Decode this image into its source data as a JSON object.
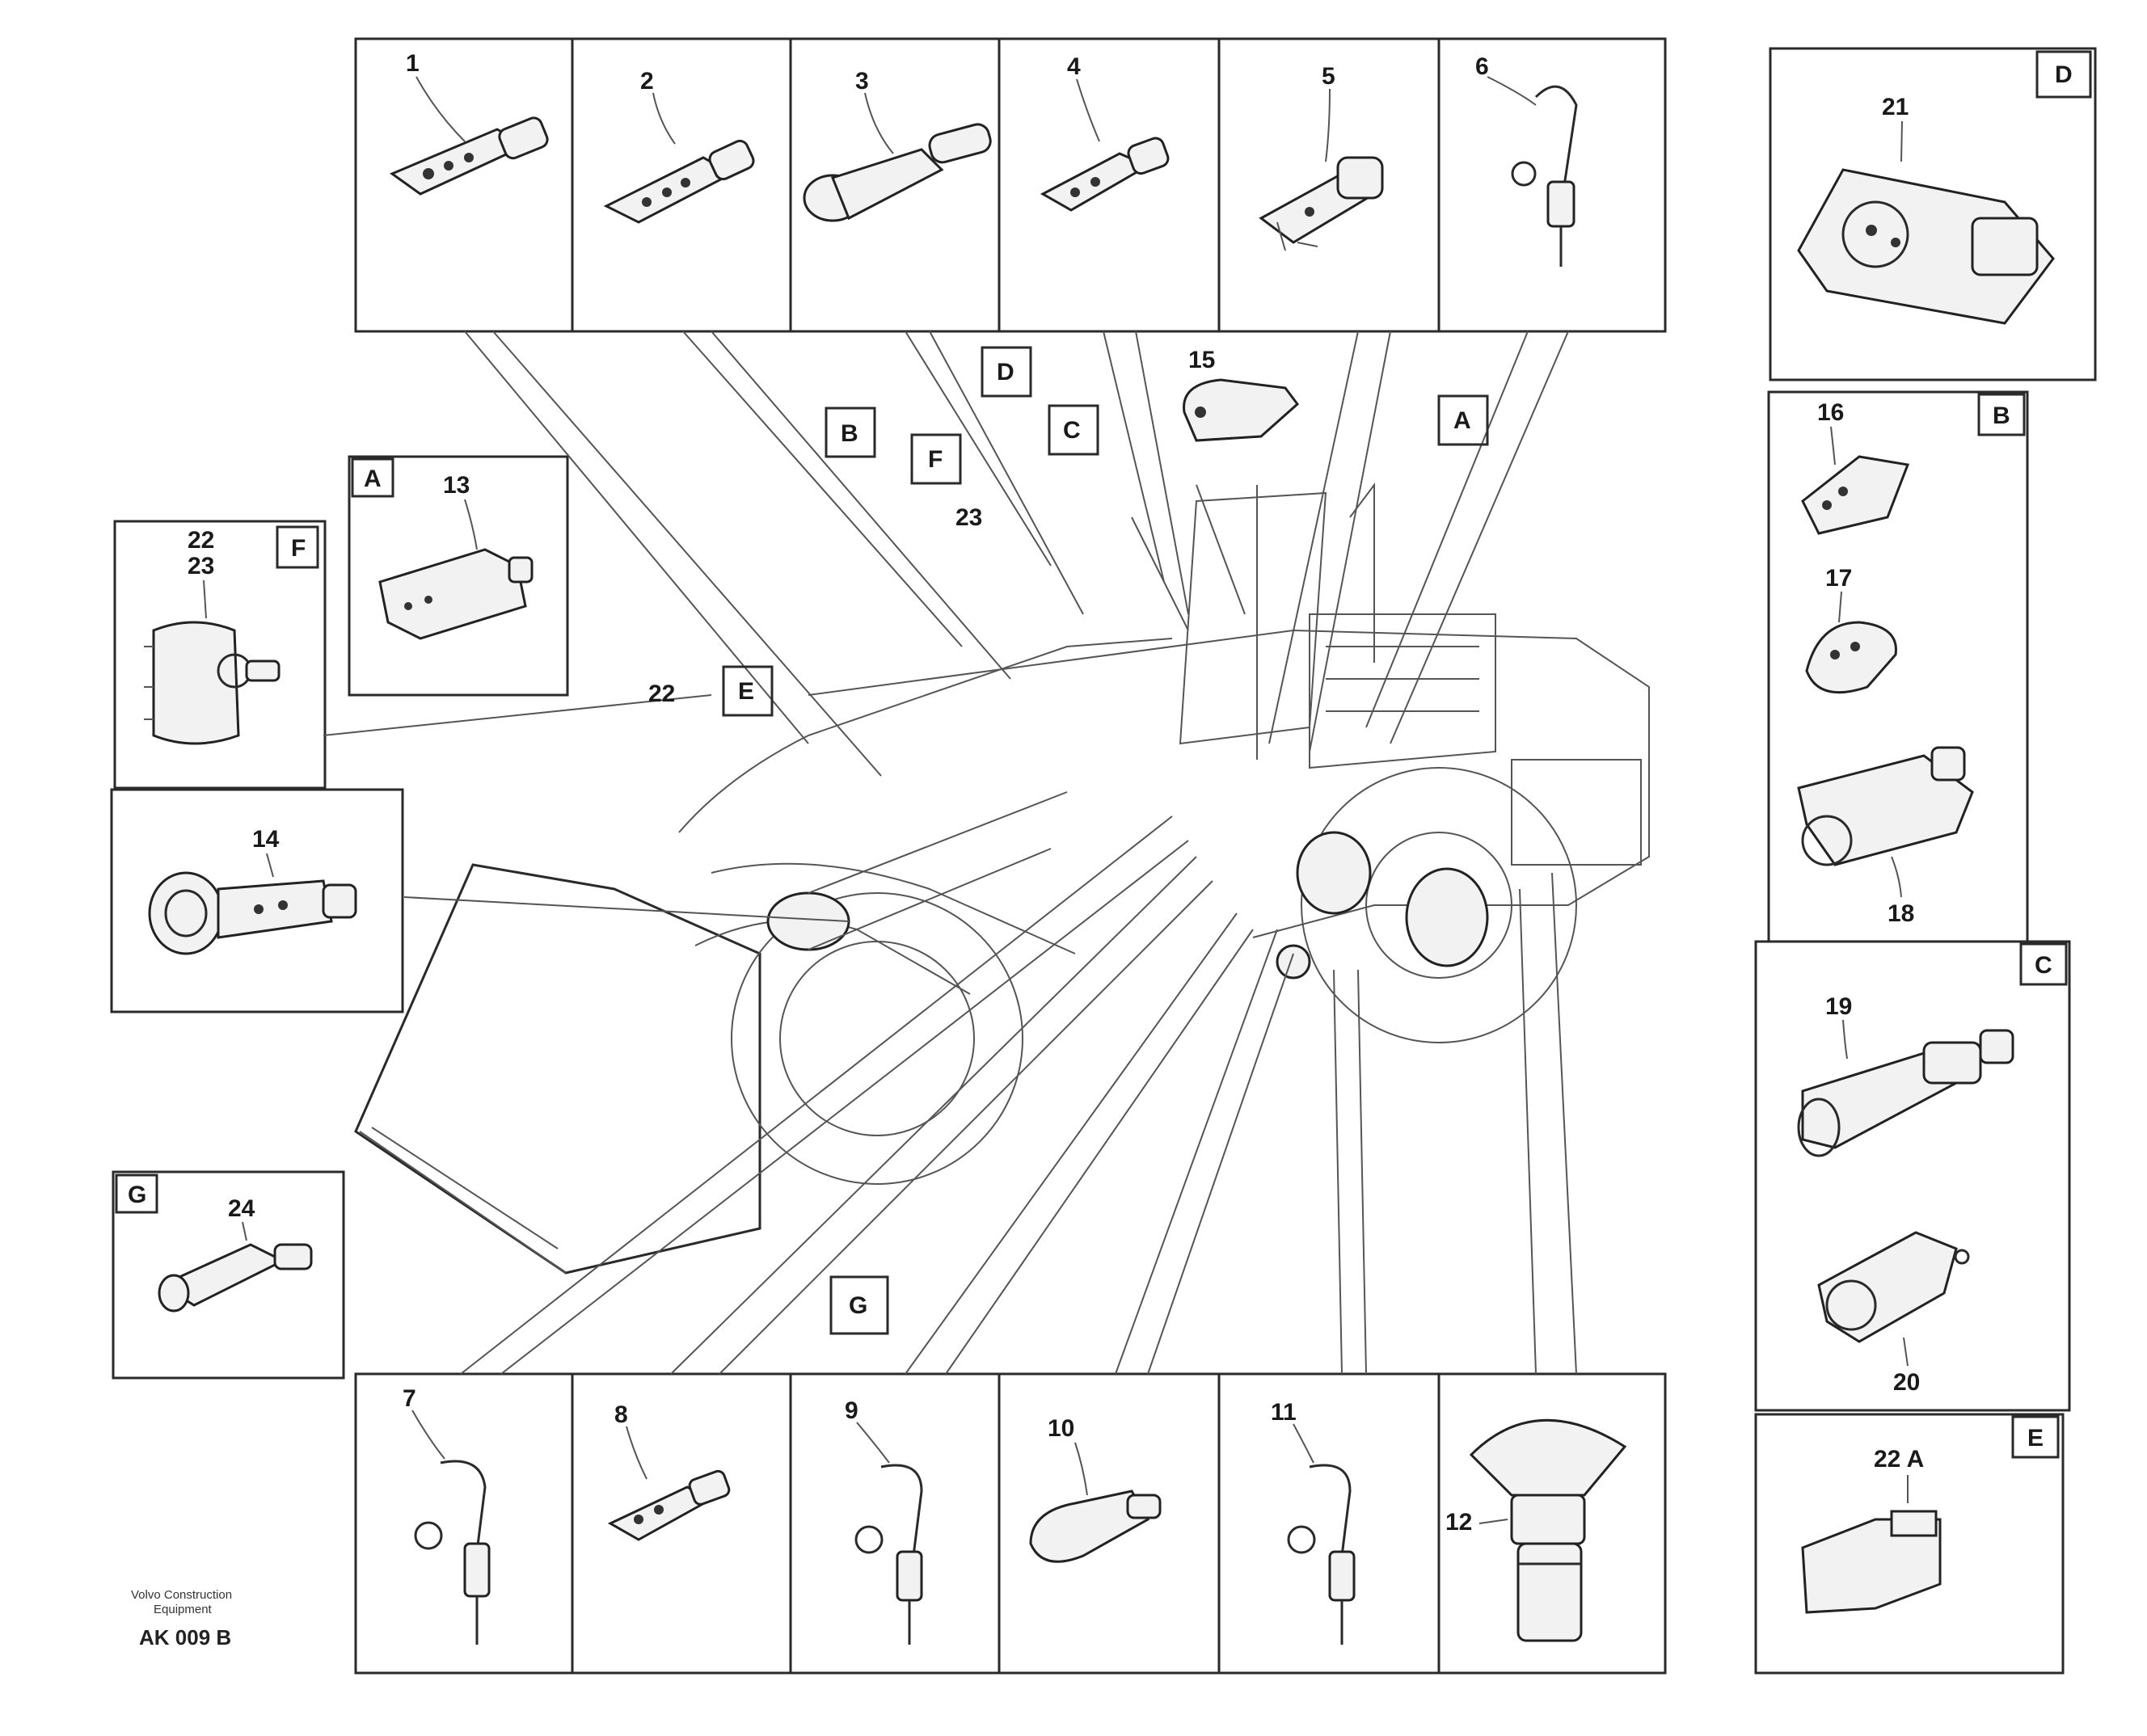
{
  "top_labels": [
    "1",
    "2",
    "3",
    "4",
    "5",
    "6"
  ],
  "bottom_labels": [
    "7",
    "8",
    "9",
    "10",
    "11",
    "12"
  ],
  "right_panels": {
    "top": {
      "letter": "D",
      "part": "21"
    },
    "b": {
      "letter": "B",
      "parts": [
        "16",
        "17",
        "18"
      ]
    },
    "c": {
      "letter": "C",
      "parts": [
        "19",
        "20"
      ]
    },
    "e": {
      "letter": "E",
      "part": "22 A"
    }
  },
  "left_panels": {
    "a": {
      "letter": "A",
      "part": "13"
    },
    "f": {
      "letter": "F",
      "parts": [
        "22",
        "23"
      ]
    },
    "p14": {
      "part": "14"
    },
    "g": {
      "letter": "G",
      "part": "24"
    }
  },
  "callouts": {
    "b": "B",
    "f": "F",
    "d": "D",
    "c": "C",
    "a": "A",
    "e": "E",
    "g": "G",
    "p15": "15",
    "p23": "23",
    "p22": "22"
  },
  "footer": {
    "line1": "Volvo Construction",
    "line2": "Equipment",
    "ref": "AK 009 B"
  }
}
